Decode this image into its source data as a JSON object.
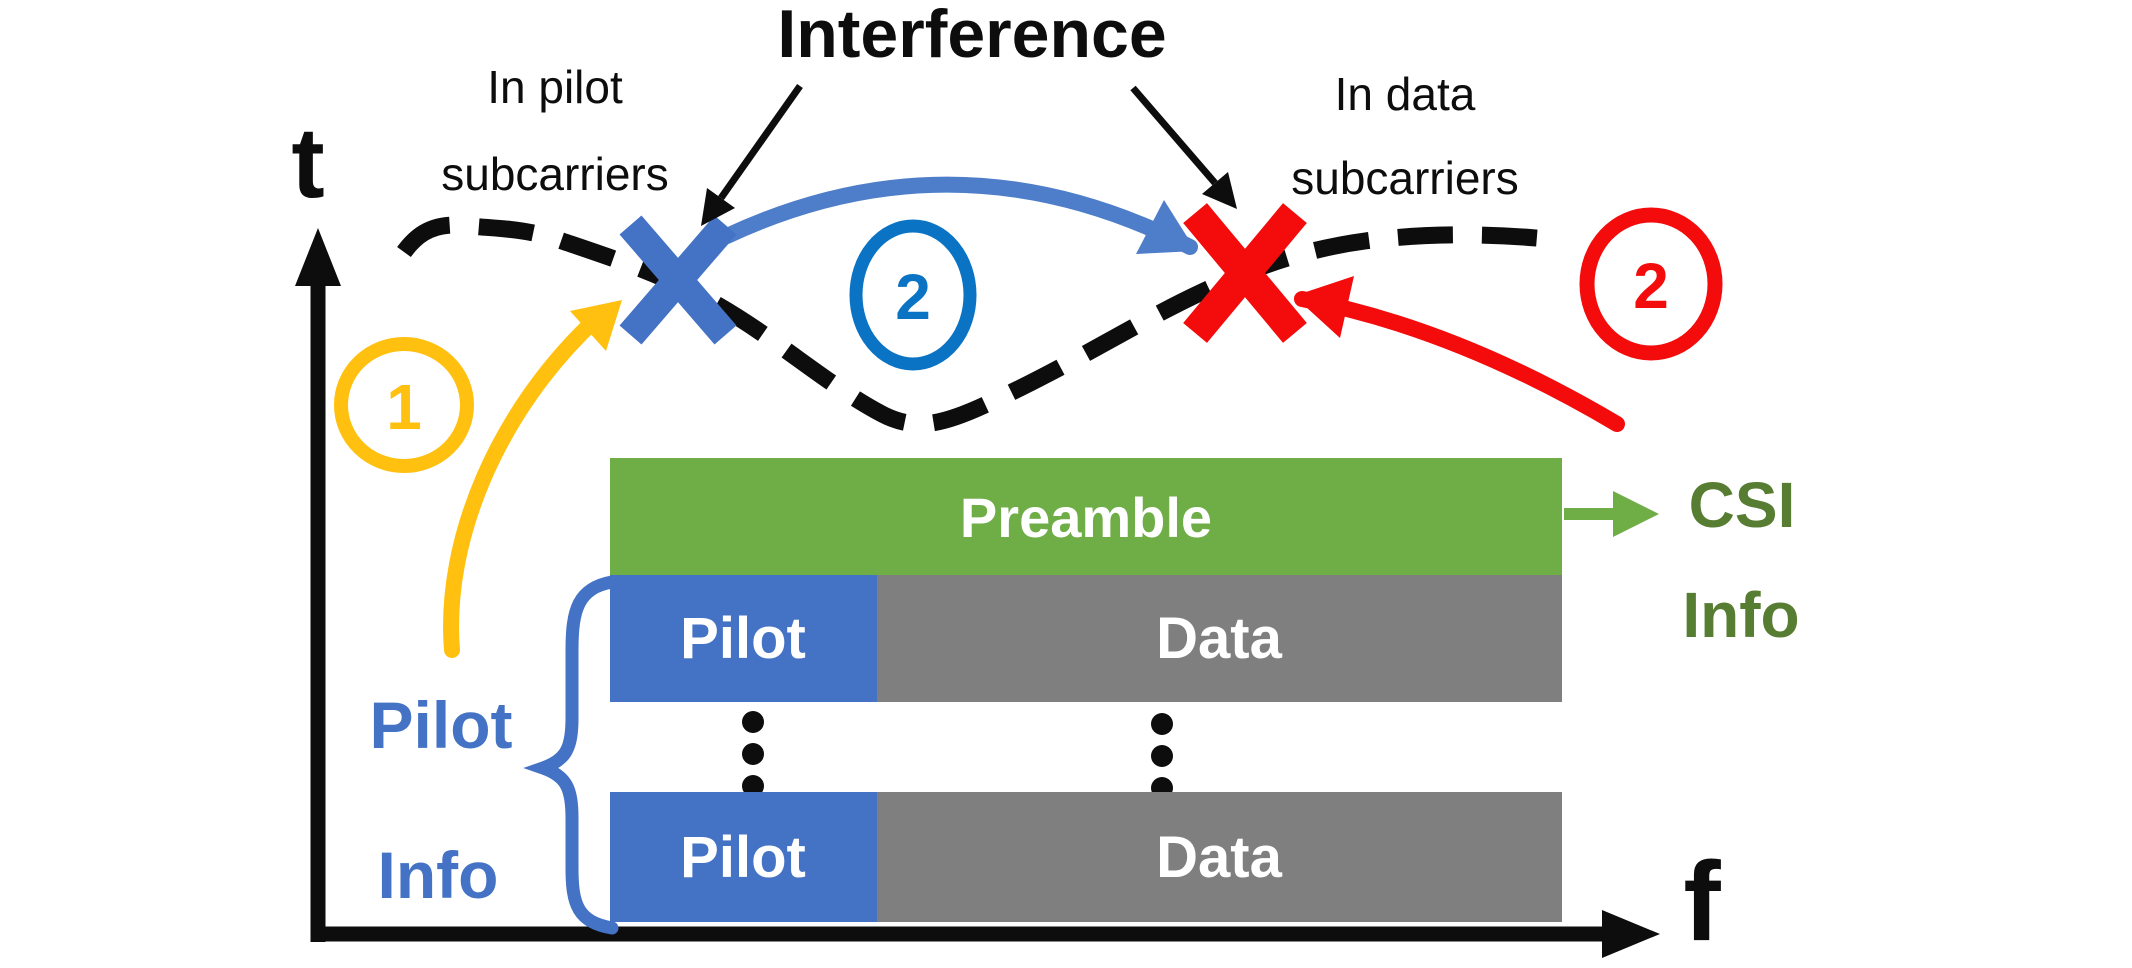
{
  "title": "Interference",
  "annotations": {
    "in_pilot": {
      "line1": "In pilot",
      "line2": "subcarriers"
    },
    "in_data": {
      "line1": "In data",
      "line2": "subcarriers"
    }
  },
  "axes": {
    "vertical": "t",
    "horizontal": "f"
  },
  "badges": {
    "step1": "1",
    "step2_pilot": "2",
    "step2_data": "2"
  },
  "frame": {
    "preamble": "Preamble",
    "rows": [
      {
        "pilot": "Pilot",
        "data": "Data"
      },
      {
        "pilot": "Pilot",
        "data": "Data"
      }
    ]
  },
  "side_labels": {
    "pilot_info": {
      "line1": "Pilot",
      "line2": "Info"
    },
    "csi_info": {
      "line1": "CSI",
      "line2": "Info"
    }
  },
  "colors": {
    "ink": "#0d0d0d",
    "blue": "#4472c4",
    "arrow_blue": "#4e7ec9",
    "circle_blue": "#0a73c4",
    "red": "#f40b0b",
    "gold": "#ffc010",
    "green": "#6fad47",
    "dark_green": "#567d31",
    "gray": "#7f7f7f",
    "white": "#ffffff"
  }
}
